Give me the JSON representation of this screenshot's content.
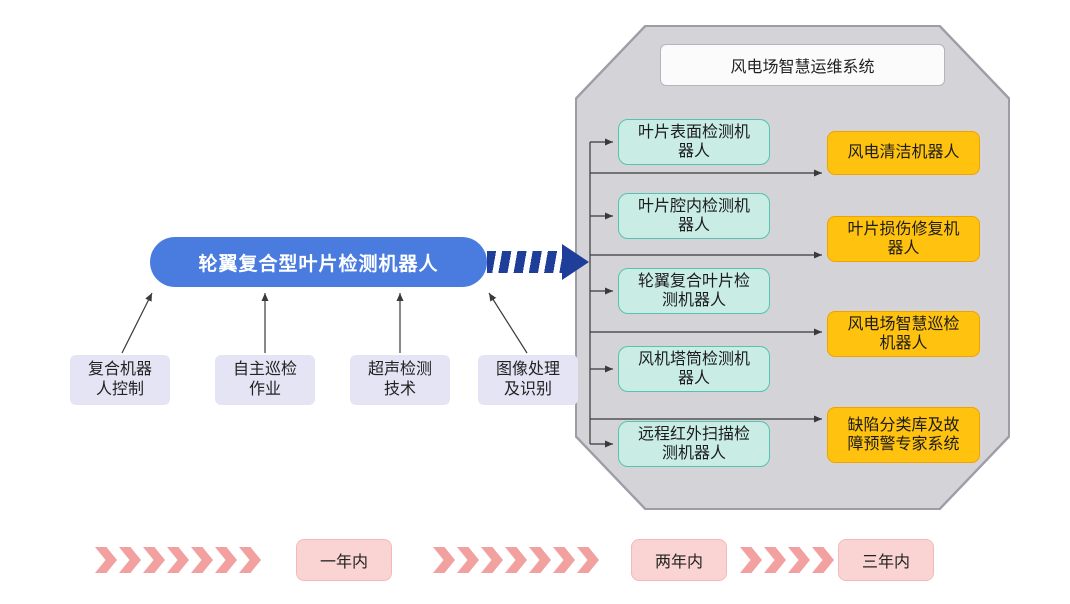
{
  "main_node": {
    "label": "轮翼复合型叶片检测机器人"
  },
  "tech_boxes": [
    {
      "label": "复合机器人控制"
    },
    {
      "label": "自主巡检作业"
    },
    {
      "label": "超声检测技术"
    },
    {
      "label": "图像处理及识别"
    }
  ],
  "system": {
    "title": "风电场智慧运维系统",
    "robot_boxes": [
      "叶片表面检测机器人",
      "叶片腔内检测机器人",
      "轮翼复合叶片检测机器人",
      "风机塔筒检测机器人",
      "远程红外扫描检测机器人"
    ],
    "product_boxes": [
      "风电清洁机器人",
      "叶片损伤修复机器人",
      "风电场智慧巡检机器人",
      "缺陷分类库及故障预警专家系统"
    ]
  },
  "timeline": {
    "milestones": [
      {
        "label": "一年内",
        "chevrons": 7
      },
      {
        "label": "两年内",
        "chevrons": 7
      },
      {
        "label": "三年内",
        "chevrons": 4
      }
    ]
  },
  "colors": {
    "main_node_blue": "#4a7ce0",
    "arrow_navy": "#1e3e99",
    "octagon_fill": "#d3d3d8",
    "octagon_border": "#9d9da5",
    "robot_box_fill": "#c9ede5",
    "robot_box_border": "#56c3b2",
    "product_box_fill": "#ffc20e",
    "product_box_border": "#f0a200",
    "tech_box_fill": "#e4e4f5",
    "milestone_pink": "#fad3d3",
    "chevron_pink": "#f2a0a0",
    "line_color": "#3a3a3a"
  }
}
